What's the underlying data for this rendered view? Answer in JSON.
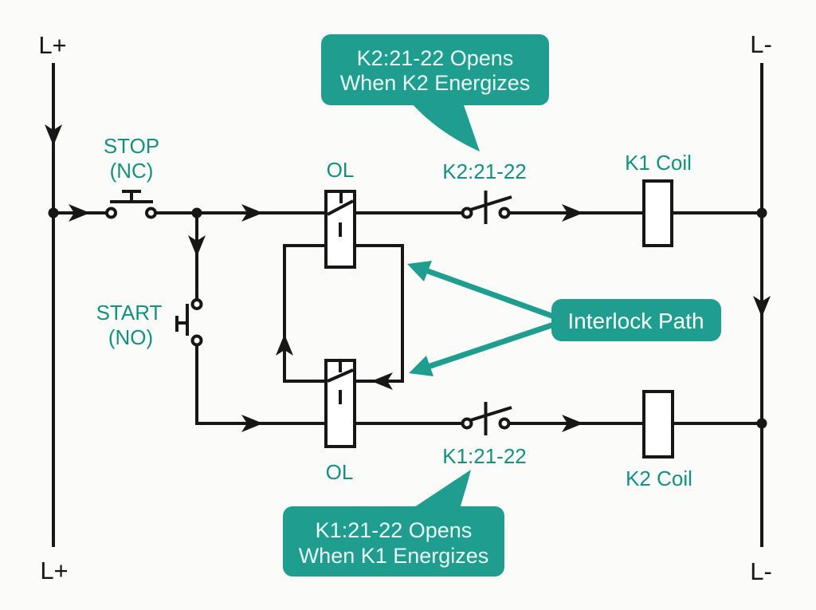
{
  "diagram": {
    "rails": {
      "top_left": "L+",
      "top_right": "L-",
      "bottom_left": "L+",
      "bottom_right": "L-"
    },
    "labels": {
      "stop_line1": "STOP",
      "stop_line2": "(NC)",
      "start_line1": "START",
      "start_line2": "(NO)",
      "ol_top": "OL",
      "ol_bottom": "OL",
      "k2_contact": "K2:21-22",
      "k1_contact": "K1:21-22",
      "k1_coil": "K1 Coil",
      "k2_coil": "K2 Coil"
    },
    "callouts": {
      "top_line1": "K2:21-22 Opens",
      "top_line2": "When K2 Energizes",
      "bottom_line1": "K1:21-22 Opens",
      "bottom_line2": "When K1 Energizes",
      "interlock": "Interlock Path"
    },
    "colors": {
      "wire": "#171717",
      "label_teal": "#13917f",
      "callout_teal": "#1f9e90",
      "callout_text": "#eaf7f4",
      "background": "#fbfbf9"
    }
  }
}
